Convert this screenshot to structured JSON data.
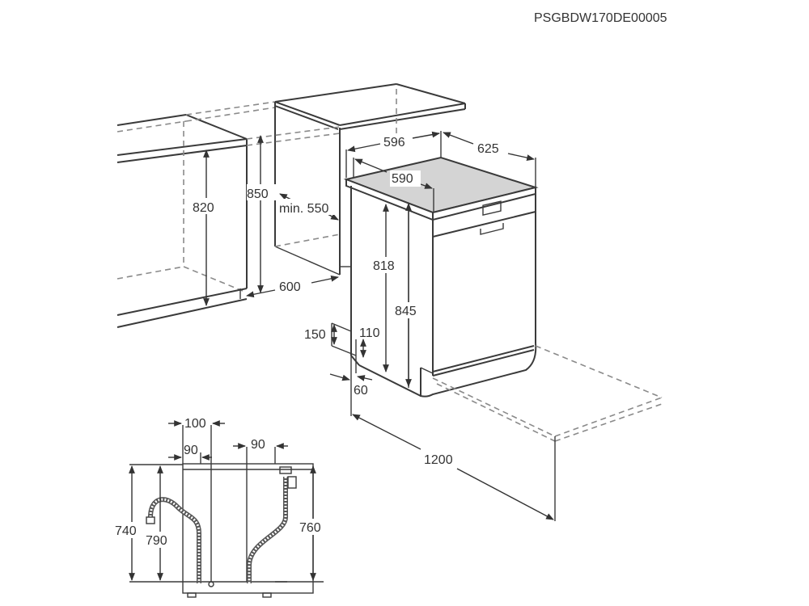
{
  "product_code": "PSGBDW170DE00005",
  "colors": {
    "line": "#3a3a3a",
    "dashed": "#8a8a8a",
    "worktop": "#d4d4d4",
    "text": "#333333",
    "background": "#ffffff"
  },
  "niche_dimensions": {
    "cabinet_height": "820",
    "niche_height": "850",
    "niche_depth_min": "min. 550",
    "niche_width": "600"
  },
  "appliance_dimensions": {
    "width": "596",
    "depth_with_door": "625",
    "depth": "590",
    "height_without_top": "818",
    "height": "845",
    "plinth_height": "150",
    "plinth_recess_height": "110",
    "plinth_depth": "60",
    "door_opening_depth": "1200"
  },
  "hose_diagram": {
    "inlet_offset": "100",
    "drain_offset_left": "90",
    "drain_offset_right": "90",
    "drain_height_min": "740",
    "drain_height_max": "790",
    "inlet_height": "760"
  }
}
